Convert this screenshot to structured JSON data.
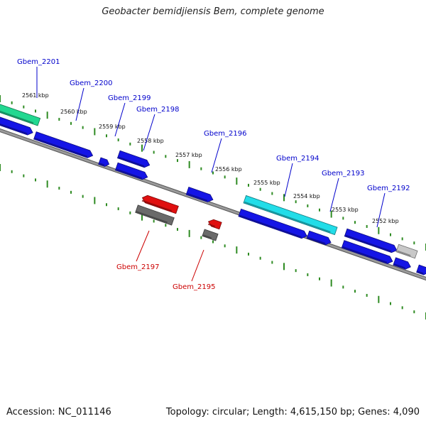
{
  "title": "Geobacter bemidjiensis Bem, complete genome",
  "footer": {
    "accession": "Accession: NC_011146",
    "summary": "Topology: circular; Length: 4,615,150 bp; Genes: 4,090"
  },
  "colors": {
    "backbone": "#808080",
    "ticks": "#2e8b22",
    "forward_gene": "#1515e6",
    "reverse_gene": "#e01010",
    "pseudo_gene": "#6a6a6a",
    "highlight_cyan": "#22dde8",
    "highlight_green": "#22d890",
    "light_gray": "#c8c8c8",
    "label_forward": "#0000cc",
    "label_reverse": "#cc0000"
  },
  "ticks": [
    "2561 kbp",
    "2560 kbp",
    "2559 kbp",
    "2558 kbp",
    "2557 kbp",
    "2556 kbp",
    "2555 kbp",
    "2554 kbp",
    "2553 kbp",
    "2552 kbp"
  ],
  "genes_forward": [
    "Gbem_2201",
    "Gbem_2200",
    "Gbem_2199",
    "Gbem_2198",
    "Gbem_2196",
    "Gbem_2194",
    "Gbem_2193",
    "Gbem_2192"
  ],
  "genes_reverse": [
    "Gbem_2197",
    "Gbem_2195"
  ]
}
